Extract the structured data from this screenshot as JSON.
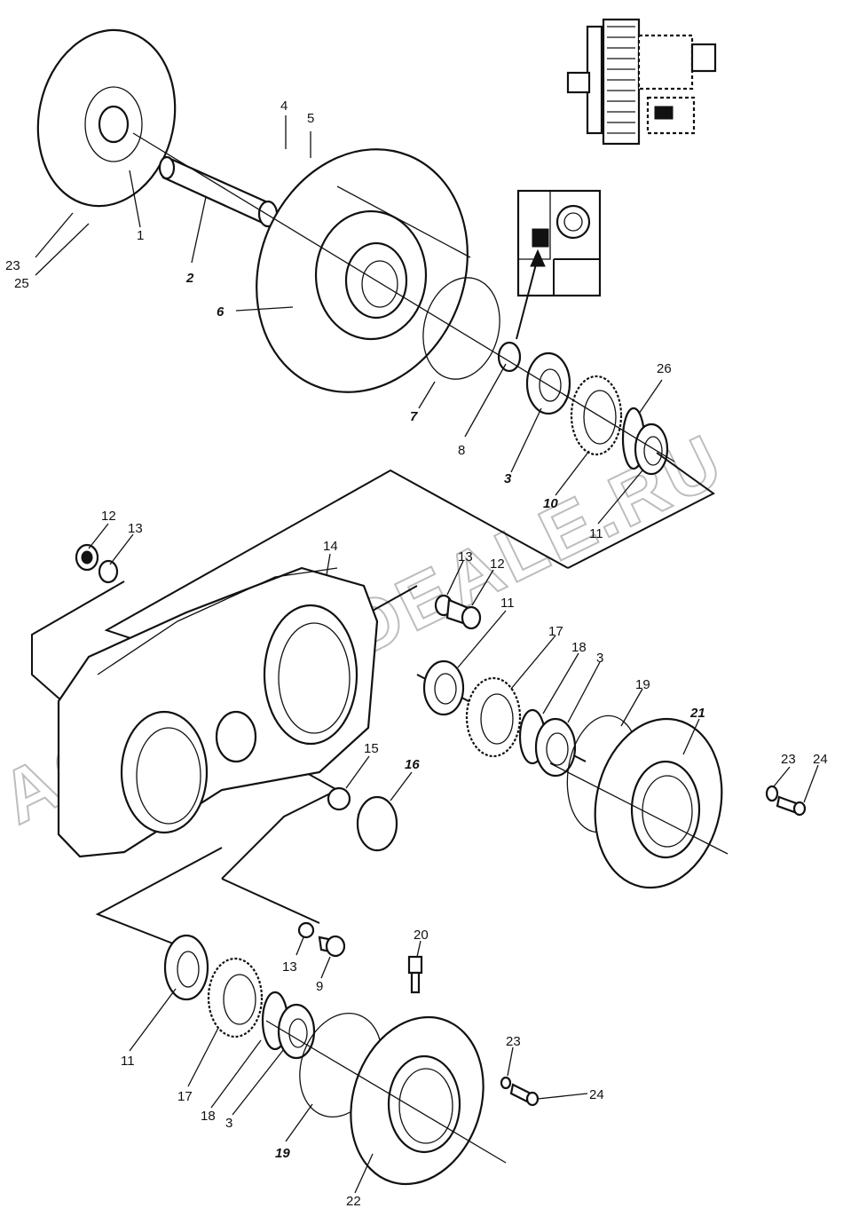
{
  "watermark": "ACTANTODEALE.RU",
  "callouts": [
    {
      "id": "c1",
      "text": "1",
      "bold": false
    },
    {
      "id": "c2",
      "text": "2",
      "bold": true
    },
    {
      "id": "c3a",
      "text": "3",
      "bold": true
    },
    {
      "id": "c3b",
      "text": "3",
      "bold": false
    },
    {
      "id": "c3c",
      "text": "3",
      "bold": false
    },
    {
      "id": "c4",
      "text": "4",
      "bold": false
    },
    {
      "id": "c5",
      "text": "5",
      "bold": false
    },
    {
      "id": "c6",
      "text": "6",
      "bold": true
    },
    {
      "id": "c7",
      "text": "7",
      "bold": true
    },
    {
      "id": "c8",
      "text": "8",
      "bold": false
    },
    {
      "id": "c9",
      "text": "9",
      "bold": false
    },
    {
      "id": "c10",
      "text": "10",
      "bold": true
    },
    {
      "id": "c11a",
      "text": "11",
      "bold": false
    },
    {
      "id": "c11b",
      "text": "11",
      "bold": false
    },
    {
      "id": "c11c",
      "text": "11",
      "bold": false
    },
    {
      "id": "c12a",
      "text": "12",
      "bold": false
    },
    {
      "id": "c12b",
      "text": "12",
      "bold": false
    },
    {
      "id": "c13a",
      "text": "13",
      "bold": false
    },
    {
      "id": "c13b",
      "text": "13",
      "bold": false
    },
    {
      "id": "c13c",
      "text": "13",
      "bold": false
    },
    {
      "id": "c14",
      "text": "14",
      "bold": false
    },
    {
      "id": "c15",
      "text": "15",
      "bold": false
    },
    {
      "id": "c16",
      "text": "16",
      "bold": true
    },
    {
      "id": "c17a",
      "text": "17",
      "bold": false
    },
    {
      "id": "c17b",
      "text": "17",
      "bold": false
    },
    {
      "id": "c18a",
      "text": "18",
      "bold": false
    },
    {
      "id": "c18b",
      "text": "18",
      "bold": false
    },
    {
      "id": "c19a",
      "text": "19",
      "bold": false
    },
    {
      "id": "c19b",
      "text": "19",
      "bold": true
    },
    {
      "id": "c20",
      "text": "20",
      "bold": false
    },
    {
      "id": "c21",
      "text": "21",
      "bold": true
    },
    {
      "id": "c22",
      "text": "22",
      "bold": false
    },
    {
      "id": "c23a",
      "text": "23",
      "bold": false
    },
    {
      "id": "c23b",
      "text": "23",
      "bold": false
    },
    {
      "id": "c23c",
      "text": "23",
      "bold": false
    },
    {
      "id": "c24a",
      "text": "24",
      "bold": false
    },
    {
      "id": "c24b",
      "text": "24",
      "bold": false
    },
    {
      "id": "c25",
      "text": "25",
      "bold": false
    },
    {
      "id": "c26",
      "text": "26",
      "bold": false
    }
  ]
}
